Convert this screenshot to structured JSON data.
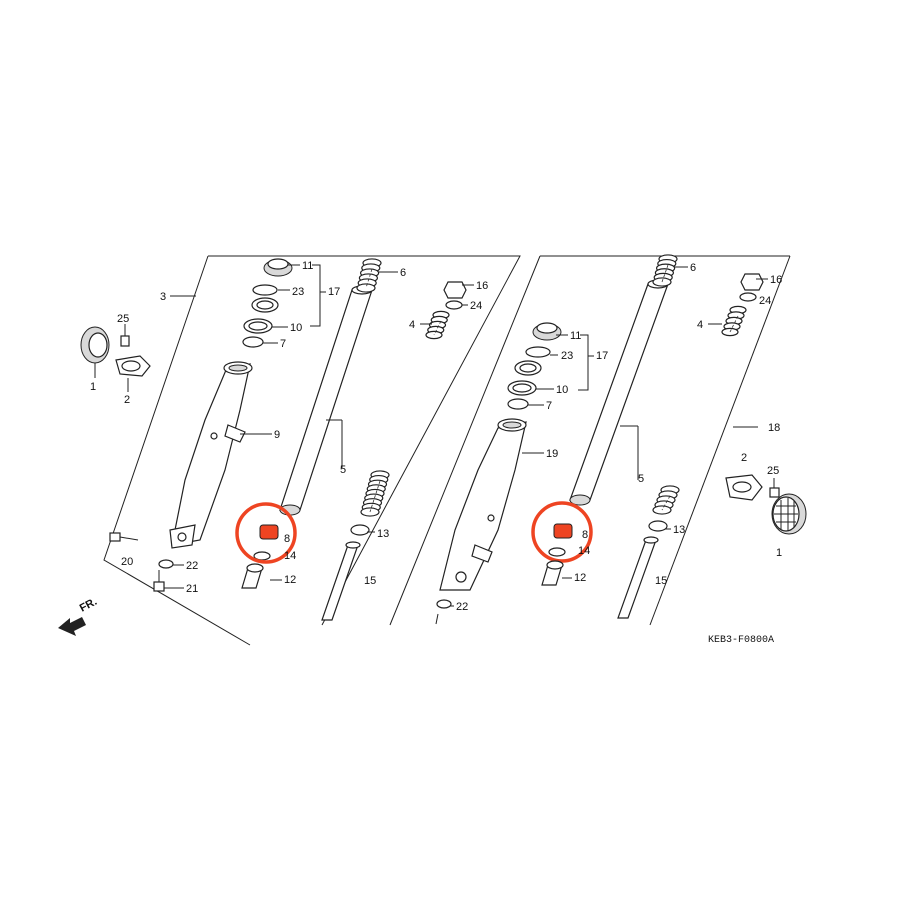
{
  "diagram": {
    "code": "KEB3-F0800A",
    "front_label": "FR.",
    "highlight_color": "#ee4422",
    "left_callouts": [
      {
        "id": "l-1",
        "text": "1"
      },
      {
        "id": "l-2",
        "text": "2"
      },
      {
        "id": "l-25",
        "text": "25"
      },
      {
        "id": "l-3",
        "text": "3"
      },
      {
        "id": "l-11",
        "text": "11"
      },
      {
        "id": "l-23",
        "text": "23"
      },
      {
        "id": "l-17",
        "text": "17"
      },
      {
        "id": "l-10",
        "text": "10"
      },
      {
        "id": "l-7",
        "text": "7"
      },
      {
        "id": "l-9",
        "text": "9"
      },
      {
        "id": "l-5",
        "text": "5"
      },
      {
        "id": "l-8",
        "text": "8"
      },
      {
        "id": "l-14",
        "text": "14"
      },
      {
        "id": "l-12",
        "text": "12"
      },
      {
        "id": "l-6",
        "text": "6"
      },
      {
        "id": "l-16",
        "text": "16"
      },
      {
        "id": "l-24",
        "text": "24"
      },
      {
        "id": "l-4",
        "text": "4"
      },
      {
        "id": "l-13",
        "text": "13"
      },
      {
        "id": "l-15",
        "text": "15"
      },
      {
        "id": "l-20",
        "text": "20"
      },
      {
        "id": "l-22",
        "text": "22"
      },
      {
        "id": "l-21",
        "text": "21"
      }
    ],
    "right_callouts": [
      {
        "id": "r-6",
        "text": "6"
      },
      {
        "id": "r-16",
        "text": "16"
      },
      {
        "id": "r-24",
        "text": "24"
      },
      {
        "id": "r-4",
        "text": "4"
      },
      {
        "id": "r-11",
        "text": "11"
      },
      {
        "id": "r-23",
        "text": "23"
      },
      {
        "id": "r-17",
        "text": "17"
      },
      {
        "id": "r-10",
        "text": "10"
      },
      {
        "id": "r-7",
        "text": "7"
      },
      {
        "id": "r-19",
        "text": "19"
      },
      {
        "id": "r-5",
        "text": "5"
      },
      {
        "id": "r-18",
        "text": "18"
      },
      {
        "id": "r-2",
        "text": "2"
      },
      {
        "id": "r-25",
        "text": "25"
      },
      {
        "id": "r-8",
        "text": "8"
      },
      {
        "id": "r-13",
        "text": "13"
      },
      {
        "id": "r-14",
        "text": "14"
      },
      {
        "id": "r-12",
        "text": "12"
      },
      {
        "id": "r-1",
        "text": "1"
      },
      {
        "id": "r-15",
        "text": "15"
      },
      {
        "id": "r-22",
        "text": "22"
      }
    ]
  }
}
